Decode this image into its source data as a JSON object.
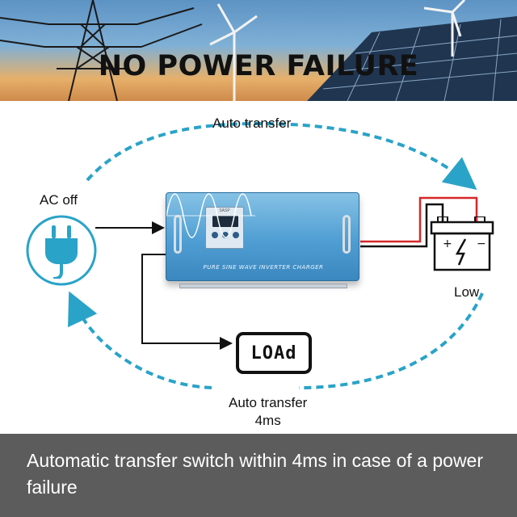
{
  "banner": {
    "headline": "NO POWER FAILURE"
  },
  "diagram": {
    "label_top": "Auto transfer",
    "label_ac_off": "AC off",
    "label_low": "Low",
    "label_bottom_line1": "Auto transfer",
    "label_bottom_line2": "4ms",
    "inverter": {
      "brand": "SASP",
      "caption": "PURE SINE WAVE INVERTER CHARGER"
    },
    "load_label": "LOAd",
    "colors": {
      "arrow": "#2aa3c8",
      "plug": "#2aa3c8",
      "inverter": "#4f9ed3",
      "wire_positive": "#d62828",
      "wire_negative": "#111111"
    },
    "icons": [
      "plug-icon",
      "battery-icon",
      "load-icon",
      "sine-wave-icon"
    ]
  },
  "footer": {
    "text": "Automatic transfer switch within 4ms in case of a power failure"
  }
}
